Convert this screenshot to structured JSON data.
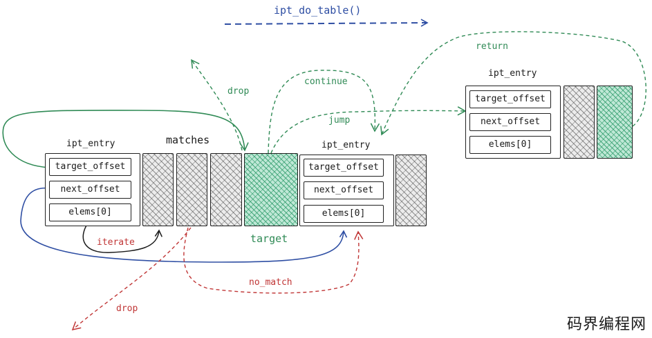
{
  "title": "ipt_do_table()",
  "entry1": {
    "label": "ipt_entry",
    "fields": [
      "target_offset",
      "next_offset",
      "elems[0]"
    ]
  },
  "entry2": {
    "label": "ipt_entry",
    "fields": [
      "target_offset",
      "next_offset",
      "elems[0]"
    ]
  },
  "entry3": {
    "label": "ipt_entry",
    "fields": [
      "target_offset",
      "next_offset",
      "elems[0]"
    ]
  },
  "section_labels": {
    "matches": "matches",
    "target": "target"
  },
  "edges": {
    "iterate": "iterate",
    "drop_top": "drop",
    "continue": "continue",
    "jump": "jump",
    "return": "return",
    "no_match": "no_match",
    "drop_bottom": "drop"
  },
  "watermark": "码界编程网",
  "colors": {
    "blue": "#2e4ea3",
    "green": "#2f8a55",
    "red": "#c03535",
    "ink": "#1a1a1a",
    "target_fill": "#bfe8d6"
  }
}
